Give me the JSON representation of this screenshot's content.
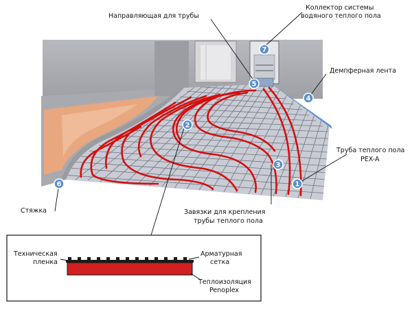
{
  "labels": {
    "pipe_guide": "Направляющая для трубы",
    "collector_l1": "Коллектор системы",
    "collector_l2": "водяного теплого пола",
    "damper": "Демпферная лента",
    "pipe_l1": "Труба теплого пола",
    "pipe_l2": "PEX-A",
    "ties_l1": "Завязки для крепления",
    "ties_l2": "трубы теплого пола",
    "screed": "Стяжка",
    "tech_film_l1": "Техническая",
    "tech_film_l2": "пленка",
    "mesh_l1": "Арматурная",
    "mesh_l2": "сетка",
    "insul_l1": "Теплоизоляция",
    "insul_l2": "Penoplex"
  },
  "markers": [
    "1",
    "2",
    "3",
    "4",
    "5",
    "6",
    "7"
  ],
  "colors": {
    "pipe": "#d40e0e",
    "marker": "#5b8fc9",
    "marker_stroke": "#ffffff",
    "grid_floor": "#c9ccd4",
    "grid_line": "#6f7480",
    "wall": "#a9aaaf",
    "screed_orange": "#e8a77f",
    "insulation": "#d02020",
    "film": "#1a1a1a"
  }
}
